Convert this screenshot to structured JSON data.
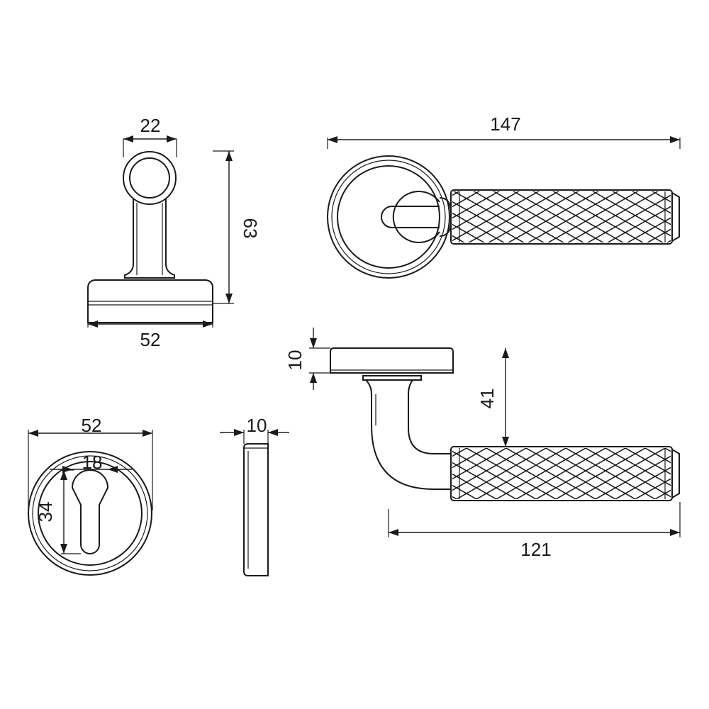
{
  "dimensions": {
    "rose_width_side": "52",
    "neck_width": "22",
    "height": "63",
    "lever_length": "147",
    "rose_thickness": "10",
    "lever_offset": "41",
    "lever_projection": "121",
    "escutcheon_width": "52",
    "cylinder_width": "18",
    "cylinder_height": "34",
    "escutcheon_thickness": "10"
  },
  "colors": {
    "stroke": "#1a1a1a",
    "background": "#ffffff"
  }
}
